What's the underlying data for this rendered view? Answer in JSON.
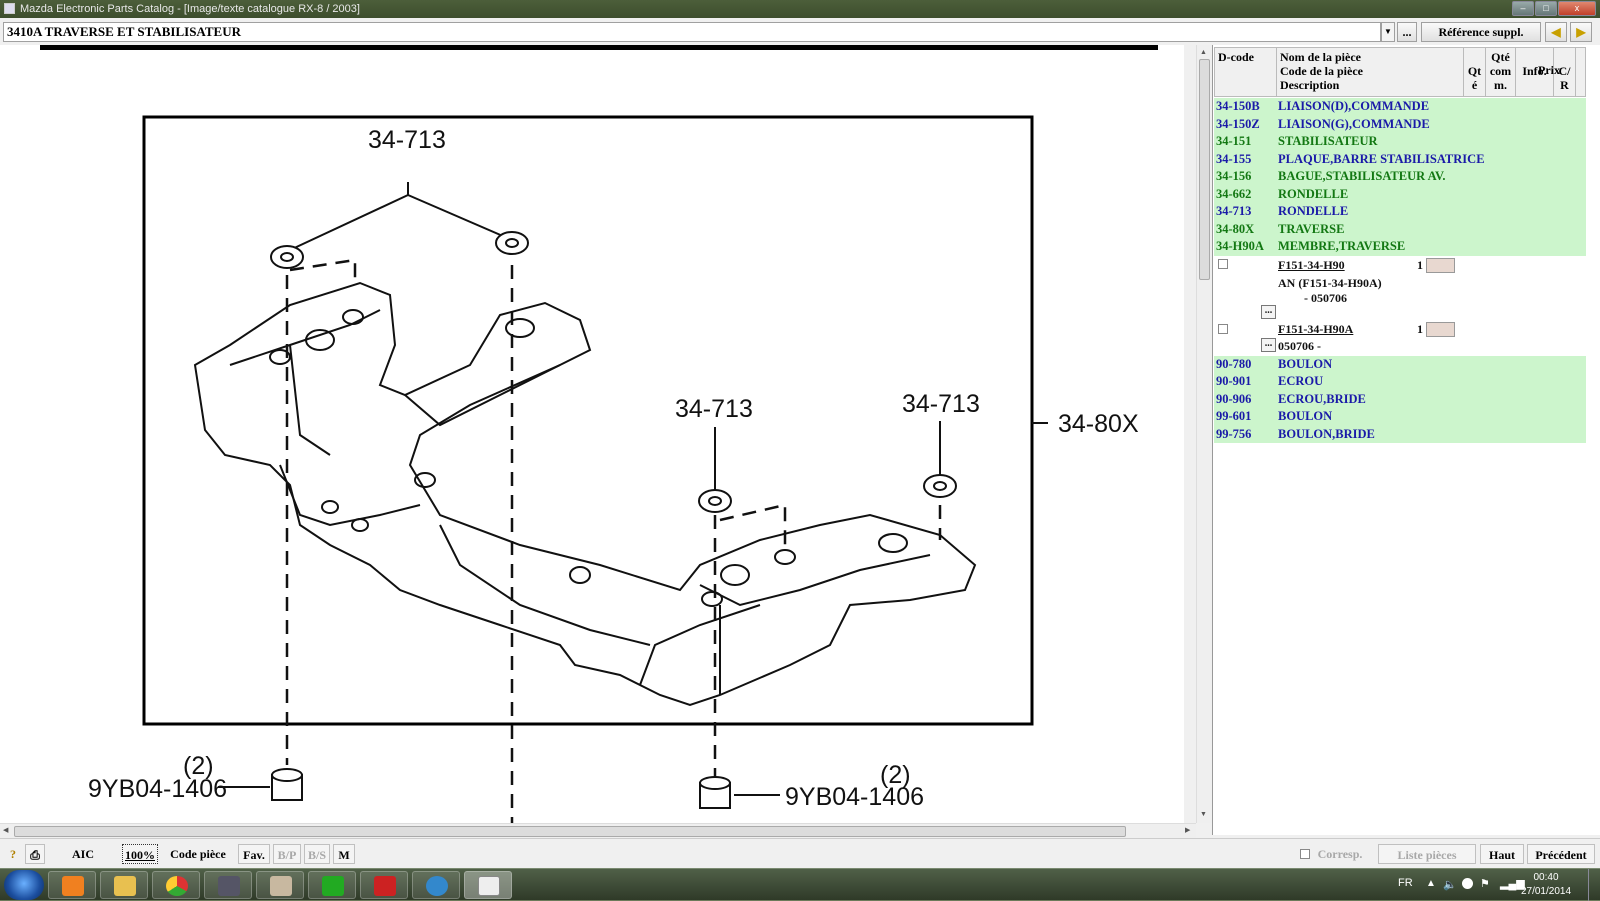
{
  "window": {
    "title": "Mazda Electronic Parts Catalog - [Image/texte catalogue RX-8 / 2003]",
    "minimize": "–",
    "maximize": "□",
    "close": "x"
  },
  "address": {
    "value": "3410A  TRAVERSE ET STABILISATEUR",
    "more_button": "...",
    "ref_button": "Référence suppl.",
    "back_arrow": "◀",
    "forward_arrow": "▶"
  },
  "diagram": {
    "labels": {
      "top": "34-713",
      "mid1": "34-713",
      "mid2": "34-713",
      "side": "34-80X",
      "left_qty": "(2)",
      "left_part": "9YB04-1406",
      "right_qty": "(2)",
      "right_part": "9YB04-1406"
    }
  },
  "table": {
    "headers": {
      "dcode": "D-code",
      "name1": "Nom de la pièce",
      "name2": "Code de la pièce",
      "name3": "Description",
      "qte1": "Qt",
      "qte2": "é",
      "qtecom1": "Qté",
      "qtecom2": "com",
      "qtecom3": "m.",
      "info": "Info.",
      "cr1": "C/",
      "cr2": "R",
      "prix": "Prix"
    },
    "rows_top": [
      {
        "code": "34-150B",
        "name": "LIAISON(D),COMMANDE",
        "color": "blue"
      },
      {
        "code": "34-150Z",
        "name": "LIAISON(G),COMMANDE",
        "color": "blue"
      },
      {
        "code": "34-151",
        "name": "STABILISATEUR",
        "color": "green"
      },
      {
        "code": "34-155",
        "name": "PLAQUE,BARRE STABILISATRICE",
        "color": "blue"
      },
      {
        "code": "34-156",
        "name": "BAGUE,STABILISATEUR AV.",
        "color": "green"
      },
      {
        "code": "34-662",
        "name": "RONDELLE",
        "color": "green"
      },
      {
        "code": "34-713",
        "name": "RONDELLE",
        "color": "blue"
      },
      {
        "code": "34-80X",
        "name": "TRAVERSE",
        "color": "green"
      },
      {
        "code": "34-H90A",
        "name": "MEMBRE,TRAVERSE",
        "color": "green"
      }
    ],
    "sub1": {
      "part": "F151-34-H90",
      "qty": "1",
      "desc1": "AN (F151-34-H90A)",
      "desc2": "- 050706",
      "dots": "..."
    },
    "sub2": {
      "part": "F151-34-H90A",
      "qty": "1",
      "desc1": "050706  -",
      "dots": "..."
    },
    "rows_bottom": [
      {
        "code": "90-780",
        "name": "BOULON",
        "color": "blue"
      },
      {
        "code": "90-901",
        "name": "ECROU",
        "color": "blue"
      },
      {
        "code": "90-906",
        "name": "ECROU,BRIDE",
        "color": "blue"
      },
      {
        "code": "99-601",
        "name": "BOULON",
        "color": "blue"
      },
      {
        "code": "99-756",
        "name": "BOULON,BRIDE",
        "color": "blue"
      }
    ]
  },
  "bottombar": {
    "help": "?",
    "print": "⎙",
    "aic": "AIC",
    "zoom": "100%",
    "code_piece": "Code pièce",
    "fav": "Fav.",
    "bp": "B/P",
    "bs": "B/S",
    "m": "M",
    "corresp": "Corresp.",
    "liste": "Liste pièces",
    "haut": "Haut",
    "precedent": "Précédent"
  },
  "taskbar": {
    "lang": "FR",
    "time": "00:40",
    "date": "27/01/2014"
  }
}
